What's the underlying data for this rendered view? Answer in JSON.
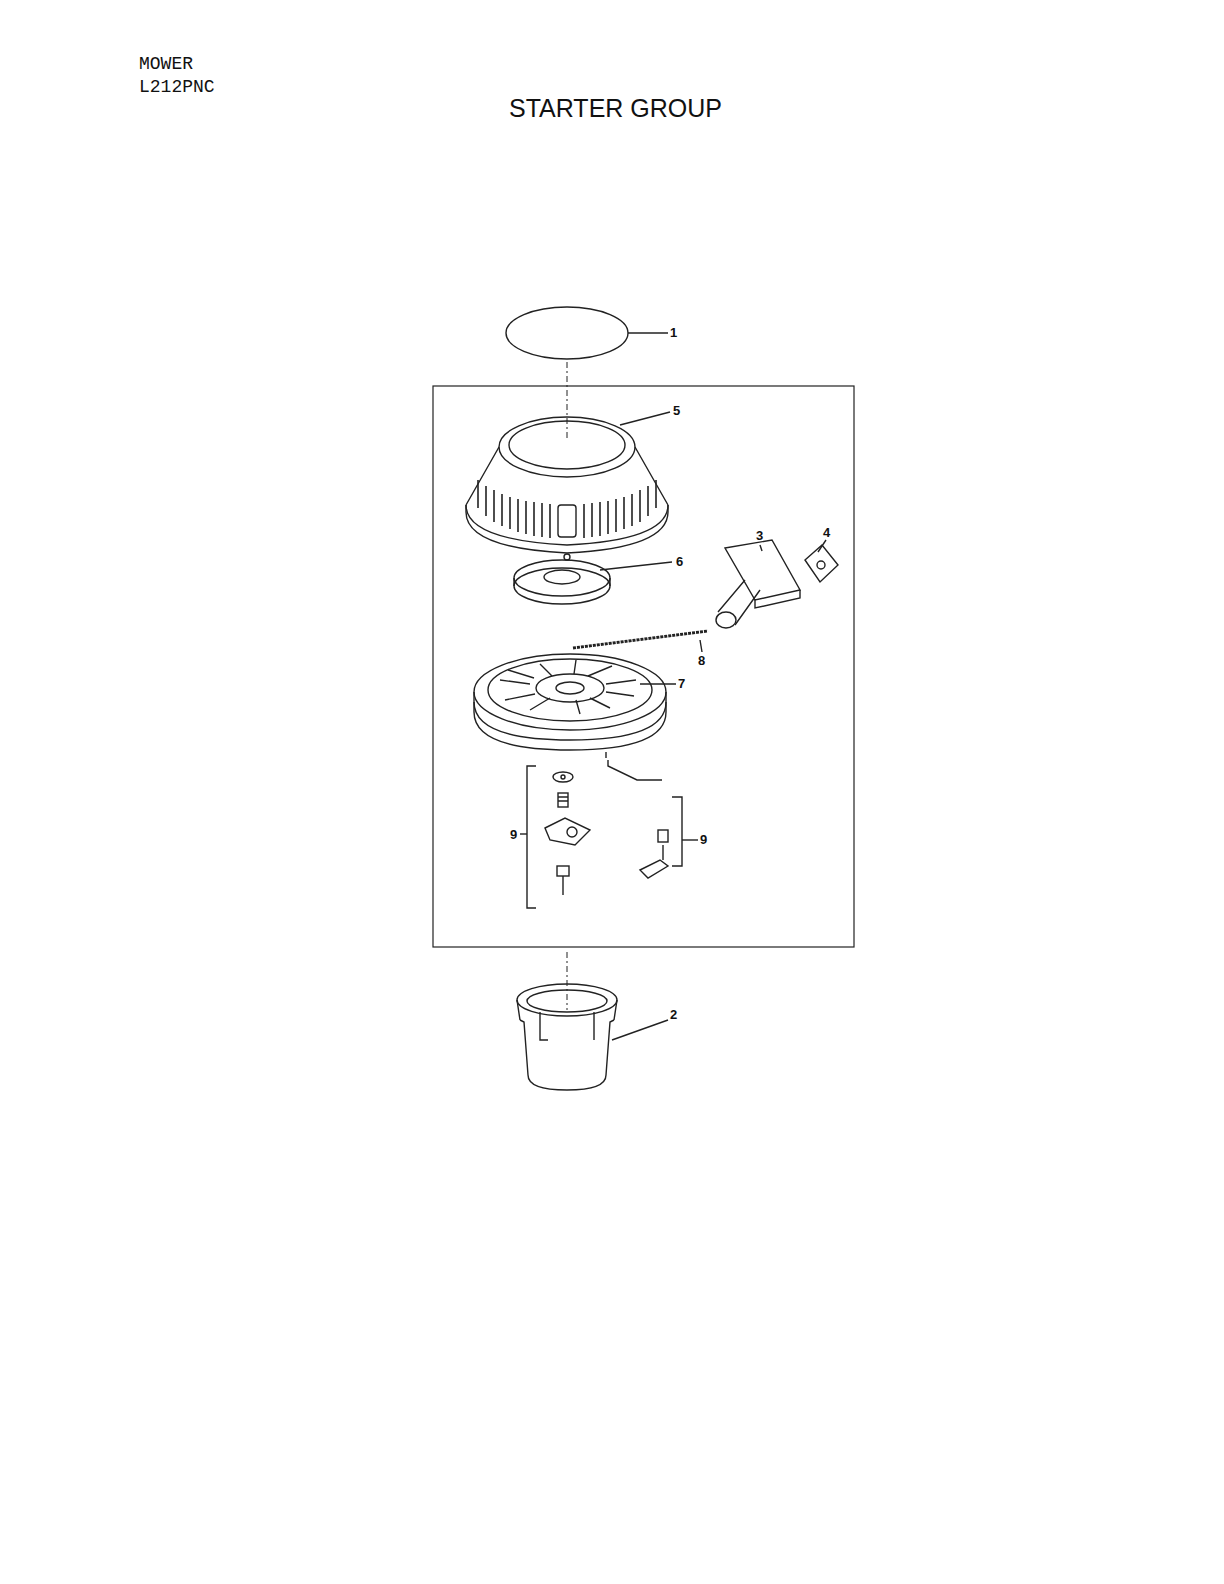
{
  "diagram": {
    "title": "STARTER GROUP",
    "labels": [
      "MOWER",
      "L212PNC",
      "1",
      "5",
      "3",
      "4",
      "6",
      "8",
      "7",
      "9",
      "9",
      "2"
    ]
  }
}
